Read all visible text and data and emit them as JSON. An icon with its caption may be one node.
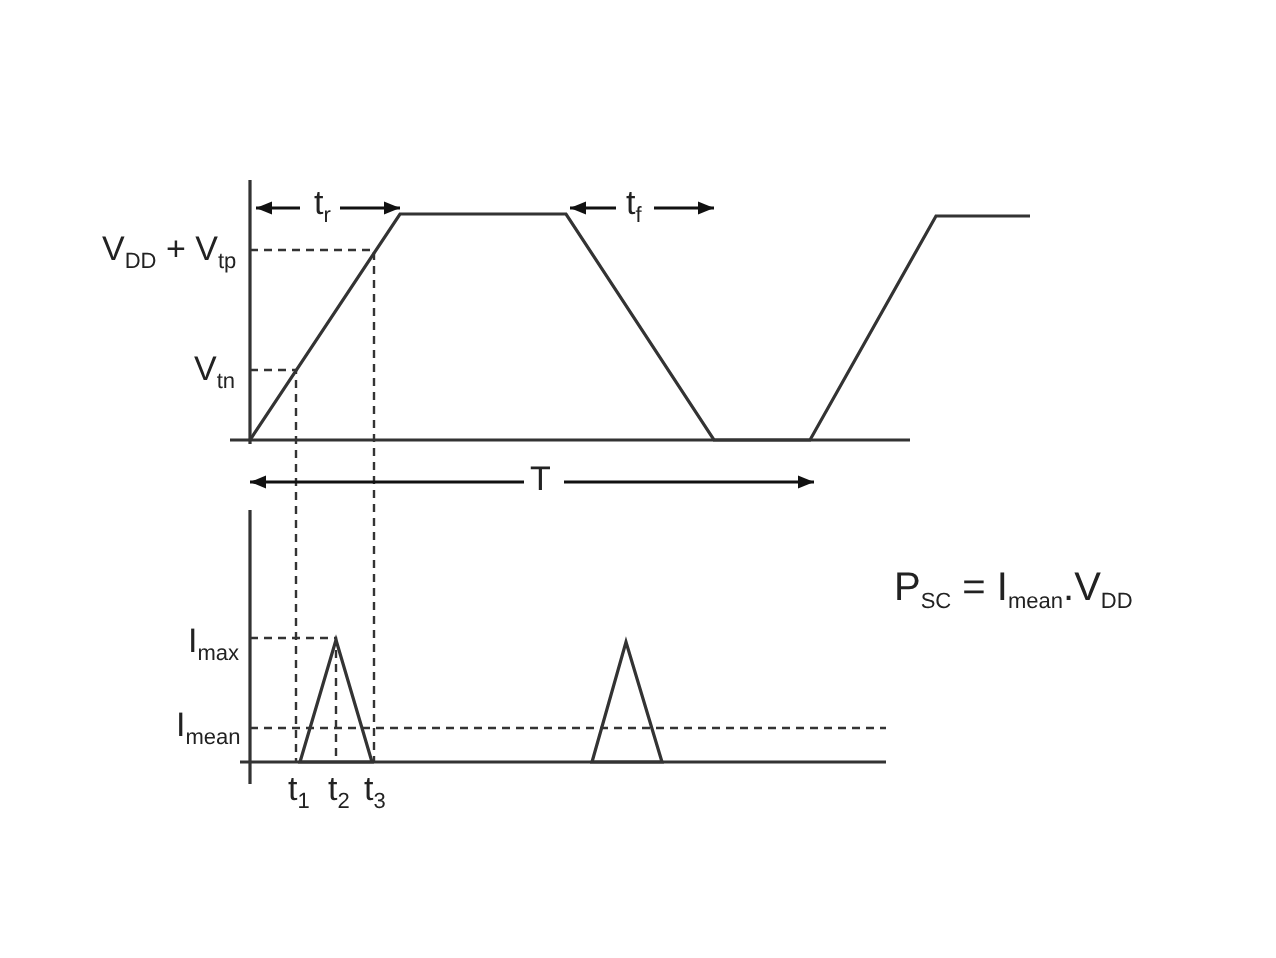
{
  "diagram": {
    "labels": [
      "t$_{r}$",
      "t$_{f}$",
      "V$_{DD}$ + V$_{tp}$",
      "V$_{tn}$",
      "T",
      "P$_{SC}$ = I$_{mean}$.V$_{DD}$",
      "I$_{max}$",
      "I$_{mean}$",
      "t$_{1}$",
      "t$_{2}$",
      "t$_{3}$"
    ]
  }
}
